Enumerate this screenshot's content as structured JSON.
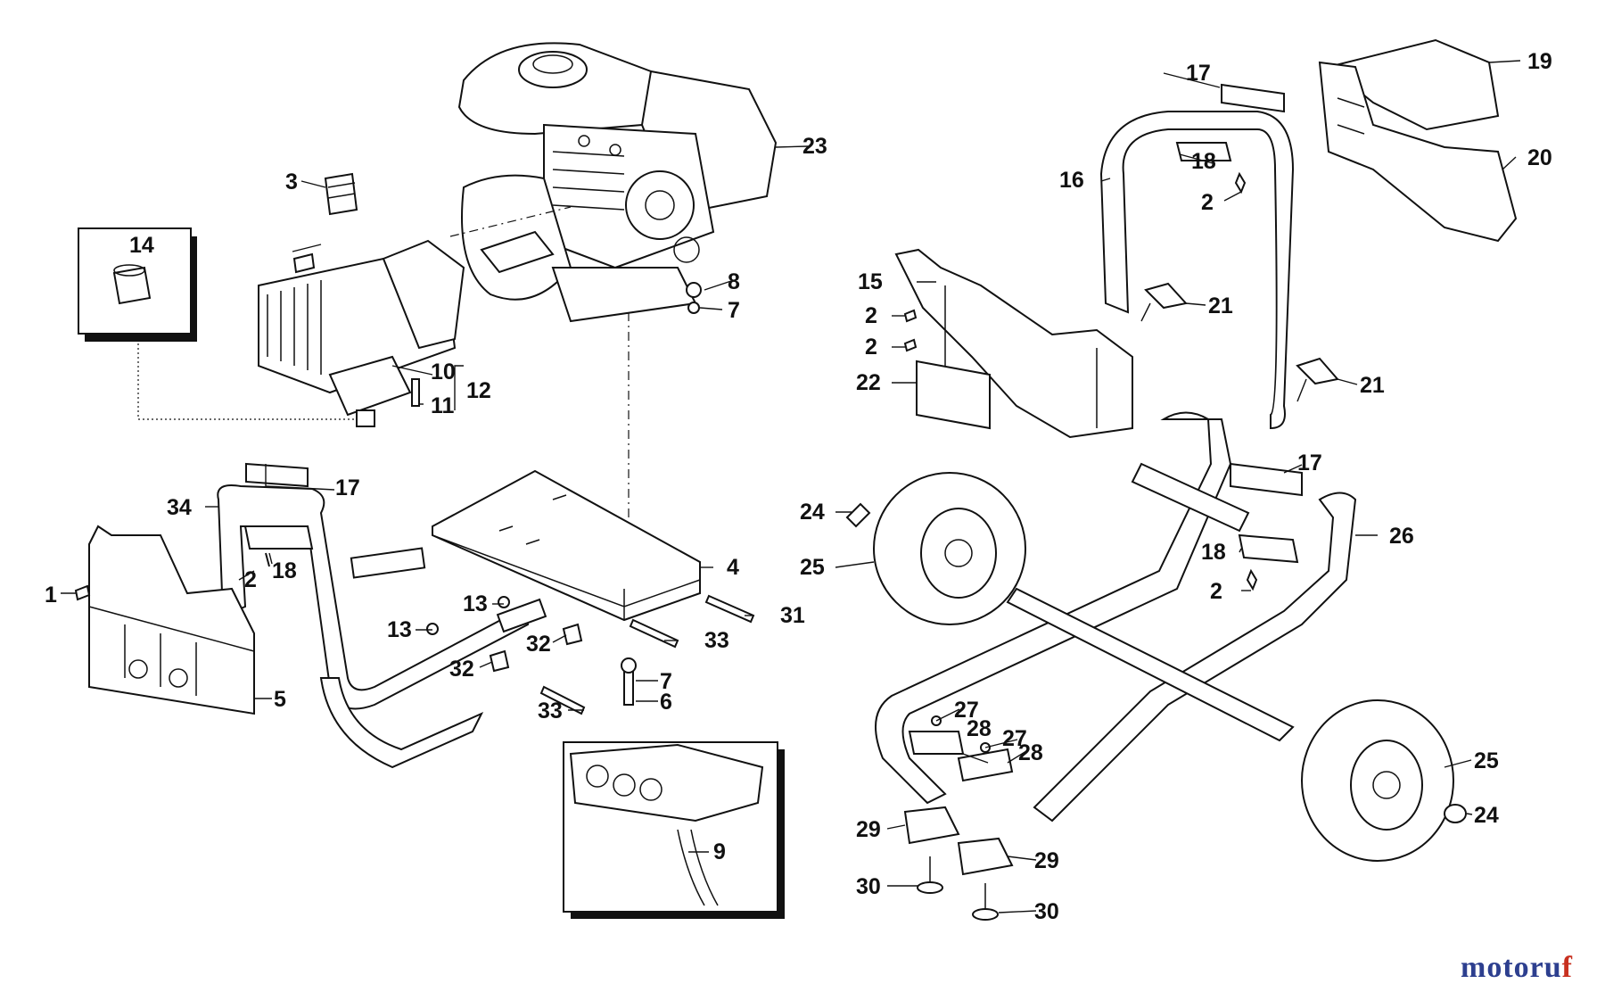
{
  "diagram": {
    "callouts": [
      "1",
      "2",
      "3",
      "4",
      "5",
      "6",
      "7",
      "8",
      "9",
      "10",
      "11",
      "12",
      "13",
      "14",
      "15",
      "16",
      "17",
      "18",
      "19",
      "20",
      "21",
      "22",
      "23",
      "24",
      "25",
      "26",
      "27",
      "28",
      "29",
      "30",
      "31",
      "32",
      "33",
      "34"
    ]
  },
  "watermark": {
    "part1": "motoru",
    "part2": "f"
  },
  "colors": {
    "ink": "#111111",
    "watermark_blue": "#2d3f8f",
    "watermark_red": "#c8301f"
  }
}
